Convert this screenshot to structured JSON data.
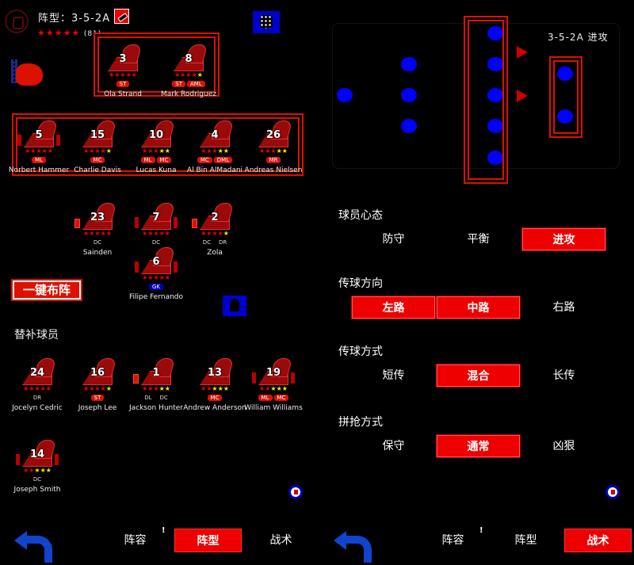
{
  "left": {
    "team": {
      "formation_label": "阵型：3-5-2A",
      "stars": "★★★★★",
      "rating": "(81)"
    },
    "lineup": {
      "forwards": [
        {
          "number": "3",
          "stars": [
            1,
            1,
            1,
            1,
            1
          ],
          "positions": [
            "ST"
          ],
          "name": "Ola Strand"
        },
        {
          "number": "8",
          "stars": [
            1,
            1,
            1,
            0.5,
            0
          ],
          "positions": [
            "ST",
            "AML"
          ],
          "name": "Mark Rodriguez"
        }
      ],
      "midfielders": [
        {
          "number": "5",
          "stars": [
            1,
            1,
            1,
            1,
            0.5
          ],
          "positions": [
            "ML"
          ],
          "name": "Norbert Hammer"
        },
        {
          "number": "15",
          "stars": [
            1,
            1,
            1,
            0.5,
            0
          ],
          "positions": [
            "MC"
          ],
          "name": "Charlie Davis"
        },
        {
          "number": "10",
          "stars": [
            1,
            1,
            1,
            0,
            0
          ],
          "positions": [
            "ML",
            "MC"
          ],
          "name": "Lucas Kuna"
        },
        {
          "number": "4",
          "stars": [
            1,
            1,
            1,
            0,
            0
          ],
          "positions": [
            "MC",
            "DML"
          ],
          "name": "Al Bin AlMadani"
        },
        {
          "number": "26",
          "stars": [
            1,
            1,
            1,
            0,
            0
          ],
          "positions": [
            "MR"
          ],
          "name": "Andreas Nielsen"
        }
      ],
      "defenders": [
        {
          "number": "23",
          "stars": [
            1,
            1,
            1,
            1,
            1
          ],
          "positions": [
            "DC"
          ],
          "name": "Sainden"
        },
        {
          "number": "7",
          "stars": [
            1,
            1,
            1,
            1,
            1
          ],
          "positions": [
            "DC"
          ],
          "name": ""
        },
        {
          "number": "2",
          "stars": [
            1,
            1,
            1,
            0.5,
            0
          ],
          "positions": [
            "DC",
            "DR"
          ],
          "name": "Zola"
        }
      ],
      "goalkeeper": {
        "number": "6",
        "stars": [
          1,
          1,
          1,
          1,
          1
        ],
        "positions": [
          "GK"
        ],
        "name": "Filipe Fernando"
      }
    },
    "auto_lineup_button": "一键布阵",
    "subs_title": "替补球员",
    "subs": [
      {
        "number": "24",
        "stars": [
          1,
          1,
          1,
          1,
          1
        ],
        "positions": [
          "DR"
        ],
        "name": "Jocelyn Cedric"
      },
      {
        "number": "16",
        "stars": [
          1,
          1,
          1,
          0.5,
          0
        ],
        "positions": [
          "ST"
        ],
        "name": "Joseph Lee"
      },
      {
        "number": "1",
        "stars": [
          1,
          1,
          1,
          0,
          0
        ],
        "positions": [
          "DL",
          "DC"
        ],
        "name": "Jackson Hunter"
      },
      {
        "number": "13",
        "stars": [
          1,
          1,
          0,
          0,
          0
        ],
        "positions": [
          "MC"
        ],
        "name": "Andrew Anderson"
      },
      {
        "number": "19",
        "stars": [
          1,
          1,
          0,
          0,
          0
        ],
        "positions": [
          "ML",
          "MC"
        ],
        "name": "William Williams"
      },
      {
        "number": "14",
        "stars": [
          1,
          0.5,
          0,
          0,
          0
        ],
        "positions": [
          "DC"
        ],
        "name": "Joseph Smith"
      }
    ],
    "nav": {
      "tabs": [
        "阵容",
        "阵型",
        "战术"
      ],
      "active": 1,
      "alert": "!"
    }
  },
  "right": {
    "pitch": {
      "label": "3-5-2A 进攻"
    },
    "sections": [
      {
        "title": "球员心态",
        "options": [
          "防守",
          "平衡",
          "进攻"
        ],
        "selected": [
          2
        ]
      },
      {
        "title": "传球方向",
        "options": [
          "左路",
          "中路",
          "右路"
        ],
        "selected": [
          0,
          1
        ]
      },
      {
        "title": "传球方式",
        "options": [
          "短传",
          "混合",
          "长传"
        ],
        "selected": [
          1
        ]
      },
      {
        "title": "拼抢方式",
        "options": [
          "保守",
          "通常",
          "凶狠"
        ],
        "selected": [
          1
        ]
      }
    ],
    "nav": {
      "tabs": [
        "阵容",
        "阵型",
        "战术"
      ],
      "active": 2,
      "alert": "!"
    }
  },
  "colors": {
    "accent": "#ee0000",
    "blue": "#0000ff",
    "background": "#000000",
    "star_yellow": "#eeee00"
  }
}
